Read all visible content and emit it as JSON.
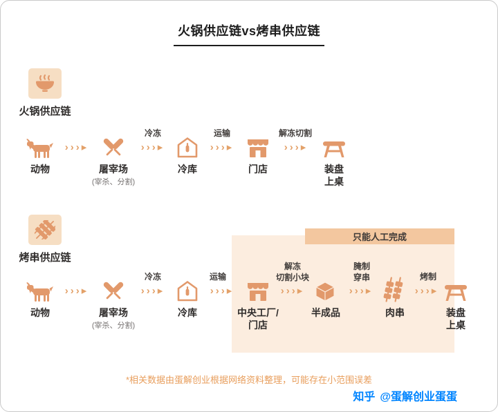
{
  "title": "火锅供应链vs烤串供应链",
  "ui": {
    "arrow_glyph": "›››▸"
  },
  "colors": {
    "accent_orange": "#E2996B",
    "icon_bg": "#F6DEC3",
    "highlight_bg": "#FCEDDF",
    "highlight_bar": "#F3C79F",
    "note_orange": "#E89E5C",
    "zhihu_blue": "#0084FF"
  },
  "hotpot": {
    "section_label": "火锅供应链",
    "nodes": {
      "animal": {
        "label": "动物"
      },
      "slaughter": {
        "label": "屠宰场",
        "sub": "(宰杀、分割)"
      },
      "coldstore": {
        "label": "冷库"
      },
      "store": {
        "label": "门店"
      },
      "serve": {
        "label1": "装盘",
        "label2": "上桌"
      }
    },
    "arrows": {
      "freeze": "冷冻",
      "transport": "运输",
      "thawcut": "解冻切割"
    }
  },
  "skewer": {
    "section_label": "烤串供应链",
    "highlight_label": "只能人工完成",
    "nodes": {
      "animal": {
        "label": "动物"
      },
      "slaughter": {
        "label": "屠宰场",
        "sub": "(宰杀、分割)"
      },
      "coldstore": {
        "label": "冷库"
      },
      "factory": {
        "label1": "中央工厂/",
        "label2": "门店"
      },
      "semi": {
        "label": "半成品"
      },
      "meat_skewer": {
        "label": "肉串"
      },
      "serve": {
        "label1": "装盘",
        "label2": "上桌"
      }
    },
    "arrows": {
      "freeze": "冷冻",
      "transport": "运输",
      "thaw1": "解冻",
      "thaw2": "切割小块",
      "marinate1": "腌制",
      "marinate2": "穿串",
      "grill": "烤制"
    }
  },
  "footer": {
    "note": "*相关数据由蛋解创业根据网络资料整理，可能存在小范围误差",
    "brand": "知乎",
    "handle": "@蛋解创业蛋蛋"
  }
}
